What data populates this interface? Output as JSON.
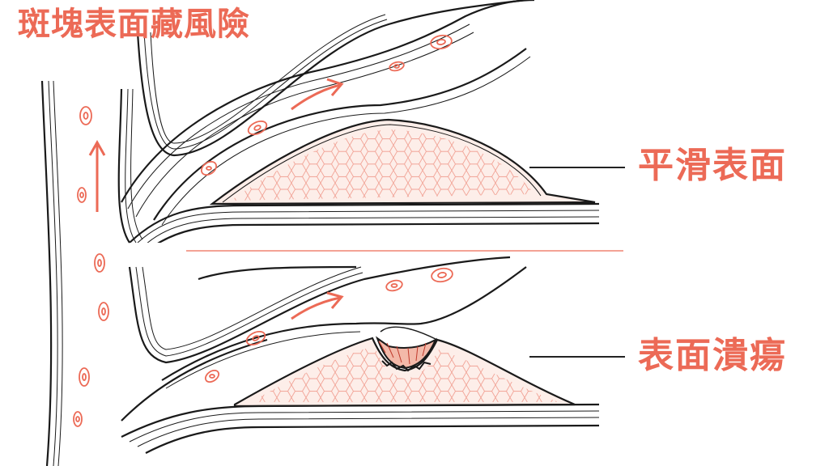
{
  "title": "斑塊表面藏風險",
  "labels": {
    "smooth": "平滑表面",
    "ulcer": "表面潰瘍"
  },
  "colors": {
    "accent": "#ec6a56",
    "line": "#1a1a1a",
    "plaque_fill": "#fdeee9",
    "plaque_cell": "#f1a295"
  }
}
